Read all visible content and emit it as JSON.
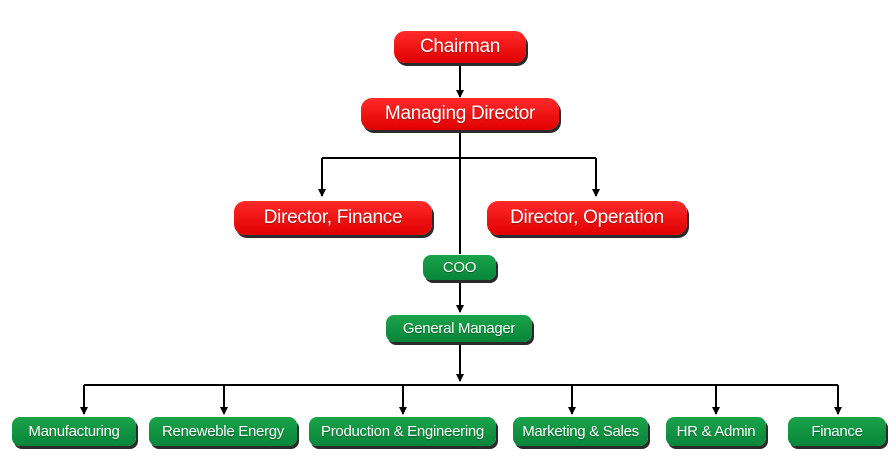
{
  "colors": {
    "red": "#f30000",
    "green": "#0b8d3c",
    "line": "#000000"
  },
  "nodes": {
    "chairman": "Chairman",
    "managing_director": "Managing Director",
    "director_finance": "Director, Finance",
    "director_operation": "Director, Operation",
    "coo": "COO",
    "general_manager": "General Manager",
    "departments": [
      "Manufacturing",
      "Reneweble Energy",
      "Production & Engineering",
      "Marketing & Sales",
      "HR & Admin",
      "Finance"
    ]
  }
}
